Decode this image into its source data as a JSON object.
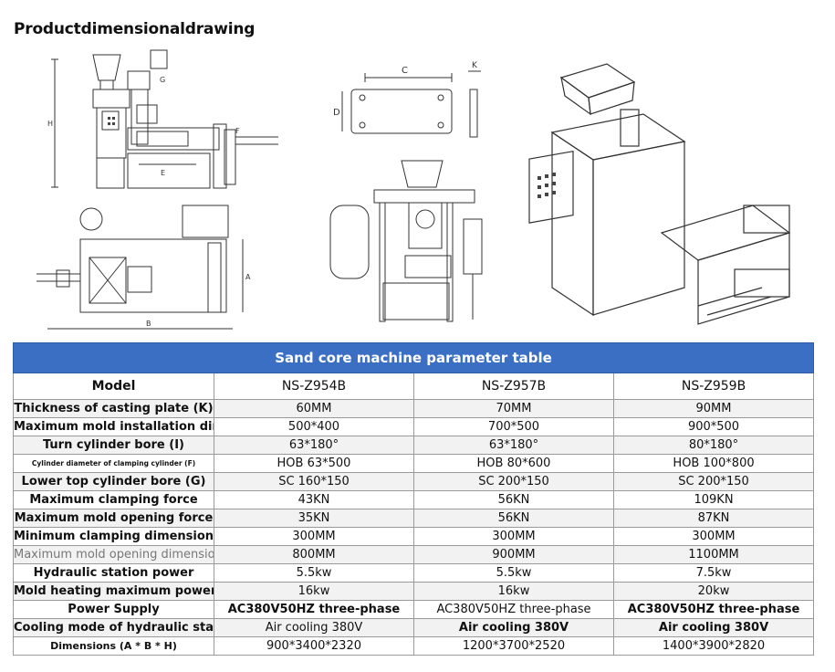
{
  "title": "Productdimensionaldrawing",
  "drawing_labels": {
    "c": "C",
    "k": "K",
    "d": "D",
    "f": "F",
    "e": "E",
    "h": "H",
    "g": "G",
    "a": "A",
    "b": "B"
  },
  "table": {
    "heading": "Sand core machine parameter table",
    "model_label": "Model",
    "models": [
      "NS-Z954B",
      "NS-Z957B",
      "NS-Z959B"
    ],
    "rows": [
      {
        "label": "Thickness of casting plate (K)",
        "values": [
          "60MM",
          "70MM",
          "90MM"
        ]
      },
      {
        "label": "Maximum mold installation dimension (C * D)",
        "values": [
          "500*400",
          "700*500",
          "900*500"
        ]
      },
      {
        "label": "Turn cylinder bore (I)",
        "values": [
          "63*180°",
          "63*180°",
          "80*180°"
        ]
      },
      {
        "label": "Cylinder diameter of clamping cylinder (F)",
        "values": [
          "HOB 63*500",
          "HOB 80*600",
          "HOB 100*800"
        ]
      },
      {
        "label": "Lower top cylinder bore (G)",
        "values": [
          "SC 160*150",
          "SC 200*150",
          "SC 200*150"
        ]
      },
      {
        "label": "Maximum clamping force",
        "values": [
          "43KN",
          "56KN",
          "109KN"
        ]
      },
      {
        "label": "Maximum mold opening force",
        "values": [
          "35KN",
          "56KN",
          "87KN"
        ]
      },
      {
        "label": "Minimum clamping dimension",
        "values": [
          "300MM",
          "300MM",
          "300MM"
        ]
      },
      {
        "label": "Maximum mold opening dimension",
        "values": [
          "800MM",
          "900MM",
          "1100MM"
        ]
      },
      {
        "label": "Hydraulic station power",
        "values": [
          "5.5kw",
          "5.5kw",
          "7.5kw"
        ]
      },
      {
        "label": "Mold heating maximum power",
        "values": [
          "16kw",
          "16kw",
          "20kw"
        ]
      },
      {
        "label": "Power Supply",
        "values": [
          "AC380V50HZ three-phase",
          "AC380V50HZ three-phase",
          "AC380V50HZ three-phase"
        ]
      },
      {
        "label": "Cooling mode of hydraulic station",
        "values": [
          "Air cooling 380V",
          "Air cooling 380V",
          "Air cooling 380V"
        ]
      },
      {
        "label": "Dimensions (A * B * H)",
        "values": [
          "900*3400*2320",
          "1200*3700*2520",
          "1400*3900*2820"
        ]
      }
    ]
  }
}
